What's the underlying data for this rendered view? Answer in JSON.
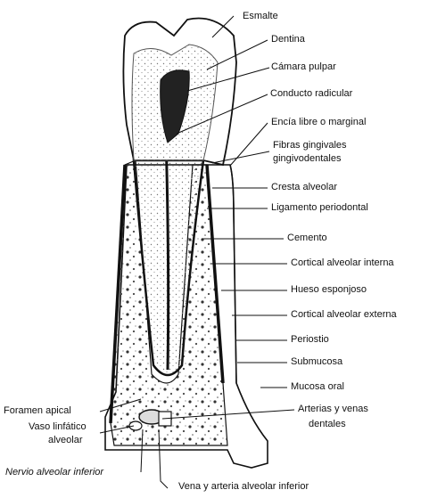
{
  "labels": {
    "esmalte": "Esmalte",
    "dentina": "Dentina",
    "camara_pulpar": "Cámara pulpar",
    "conducto_radicular": "Conducto radicular",
    "encia": "Encía libre o marginal",
    "fibras_1": "Fibras gingivales",
    "fibras_2": "gingivodentales",
    "cresta": "Cresta alveolar",
    "ligamento": "Ligamento periodontal",
    "cemento": "Cemento",
    "cortical_interna": "Cortical alveolar interna",
    "hueso": "Hueso esponjoso",
    "cortical_externa": "Cortical alveolar externa",
    "periostio": "Periostio",
    "submucosa": "Submucosa",
    "mucosa": "Mucosa oral",
    "arterias_1": "Arterias y venas",
    "arterias_2": "dentales",
    "foramen": "Foramen apical",
    "vaso_1": "Vaso linfático",
    "vaso_2": "alveolar",
    "nervio": "Nervio alveolar inferior",
    "vena": "Vena y arteria alveolar inferior"
  },
  "colors": {
    "ink": "#111111",
    "paper": "#ffffff",
    "stipple": "#8a8a8a"
  }
}
